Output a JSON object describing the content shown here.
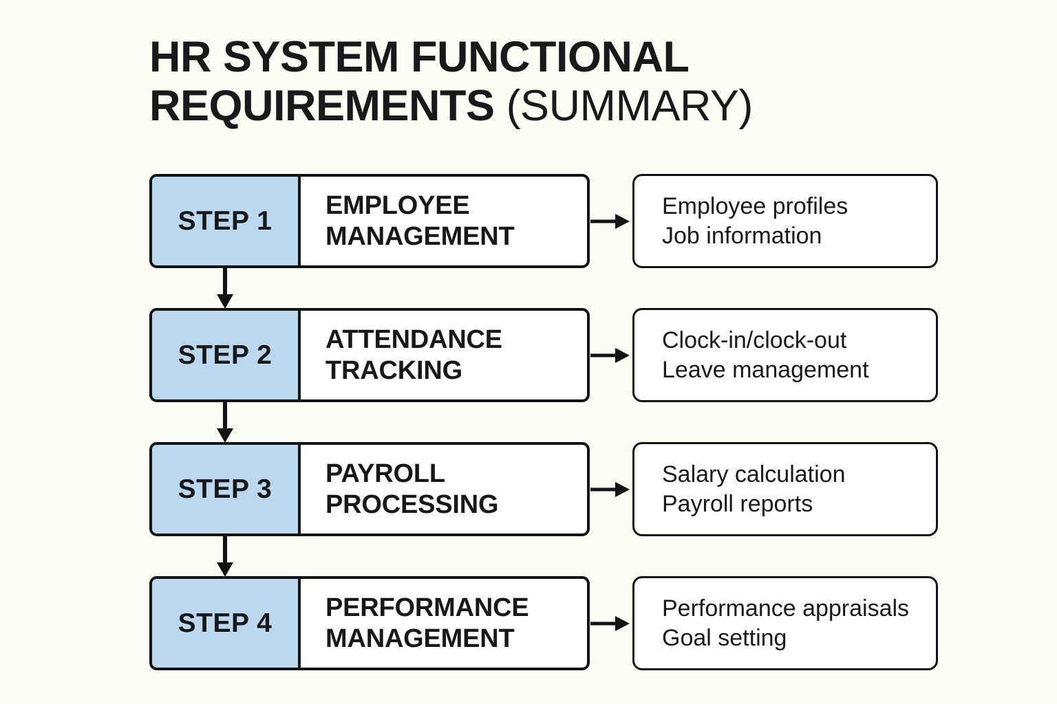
{
  "diagram": {
    "title": {
      "strong": "HR SYSTEM FUNCTIONAL REQUIREMENTS",
      "light": "(SUMMARY)"
    },
    "colors": {
      "background": "#FDFCF5",
      "step_label_fill": "#BCD8EF",
      "border": "#111315",
      "text": "#17191B",
      "box_fill": "#FFFFFF"
    },
    "steps": [
      {
        "label": "STEP 1",
        "title_line1": "EMPLOYEE",
        "title_line2": "MANAGEMENT",
        "details": [
          "Employee profiles",
          "Job information"
        ]
      },
      {
        "label": "STEP 2",
        "title_line1": "ATTENDANCE",
        "title_line2": "TRACKING",
        "details": [
          "Clock-in/clock-out",
          "Leave management"
        ]
      },
      {
        "label": "STEP 3",
        "title_line1": "PAYROLL",
        "title_line2": "PROCESSING",
        "details": [
          "Salary calculation",
          "Payroll reports"
        ]
      },
      {
        "label": "STEP 4",
        "title_line1": "PERFORMANCE",
        "title_line2": "MANAGEMENT",
        "details": [
          "Performance appraisals",
          "Goal setting"
        ]
      }
    ]
  }
}
